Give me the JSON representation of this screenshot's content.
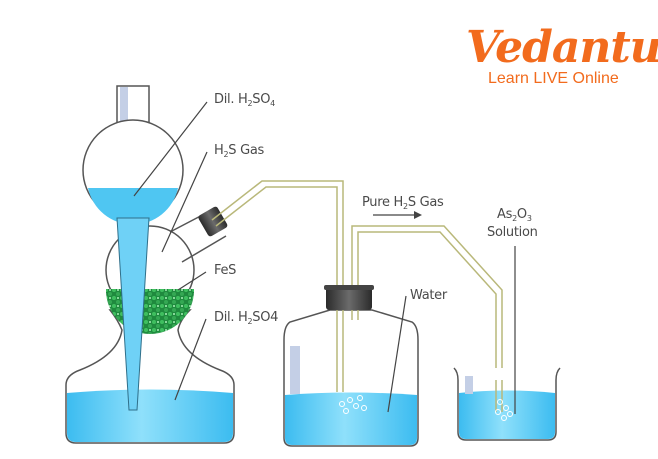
{
  "brand": {
    "name": "Vedantu",
    "tagline": "Learn LIVE Online",
    "color": "#f26b1d"
  },
  "labels": {
    "dil_h2so4_top": {
      "pre": "Dil. H",
      "sub1": "2",
      "mid": "SO",
      "sub2": "4",
      "post": ""
    },
    "h2s_gas": {
      "pre": "H",
      "sub1": "2",
      "mid": "S Gas"
    },
    "fes": "FeS",
    "dil_h2so4_bottom": {
      "pre": "Dil. H",
      "sub1": "2",
      "mid": "SO4"
    },
    "pure_h2s_gas": {
      "pre": "Pure H",
      "sub1": "2",
      "mid": "S Gas"
    },
    "as2o3": {
      "pre": "As",
      "sub1": "2",
      "mid": "O",
      "sub2": "3"
    },
    "solution": "Solution",
    "water": "Water"
  },
  "colors": {
    "liquid": "#4fc6f2",
    "liquid_light": "#8fe0fb",
    "fes_green": "#2ea44f",
    "tube": "#b9b87a",
    "stopper": "#3a3a3a",
    "glass_outline": "#555555",
    "label_text": "#4a4a4a"
  }
}
